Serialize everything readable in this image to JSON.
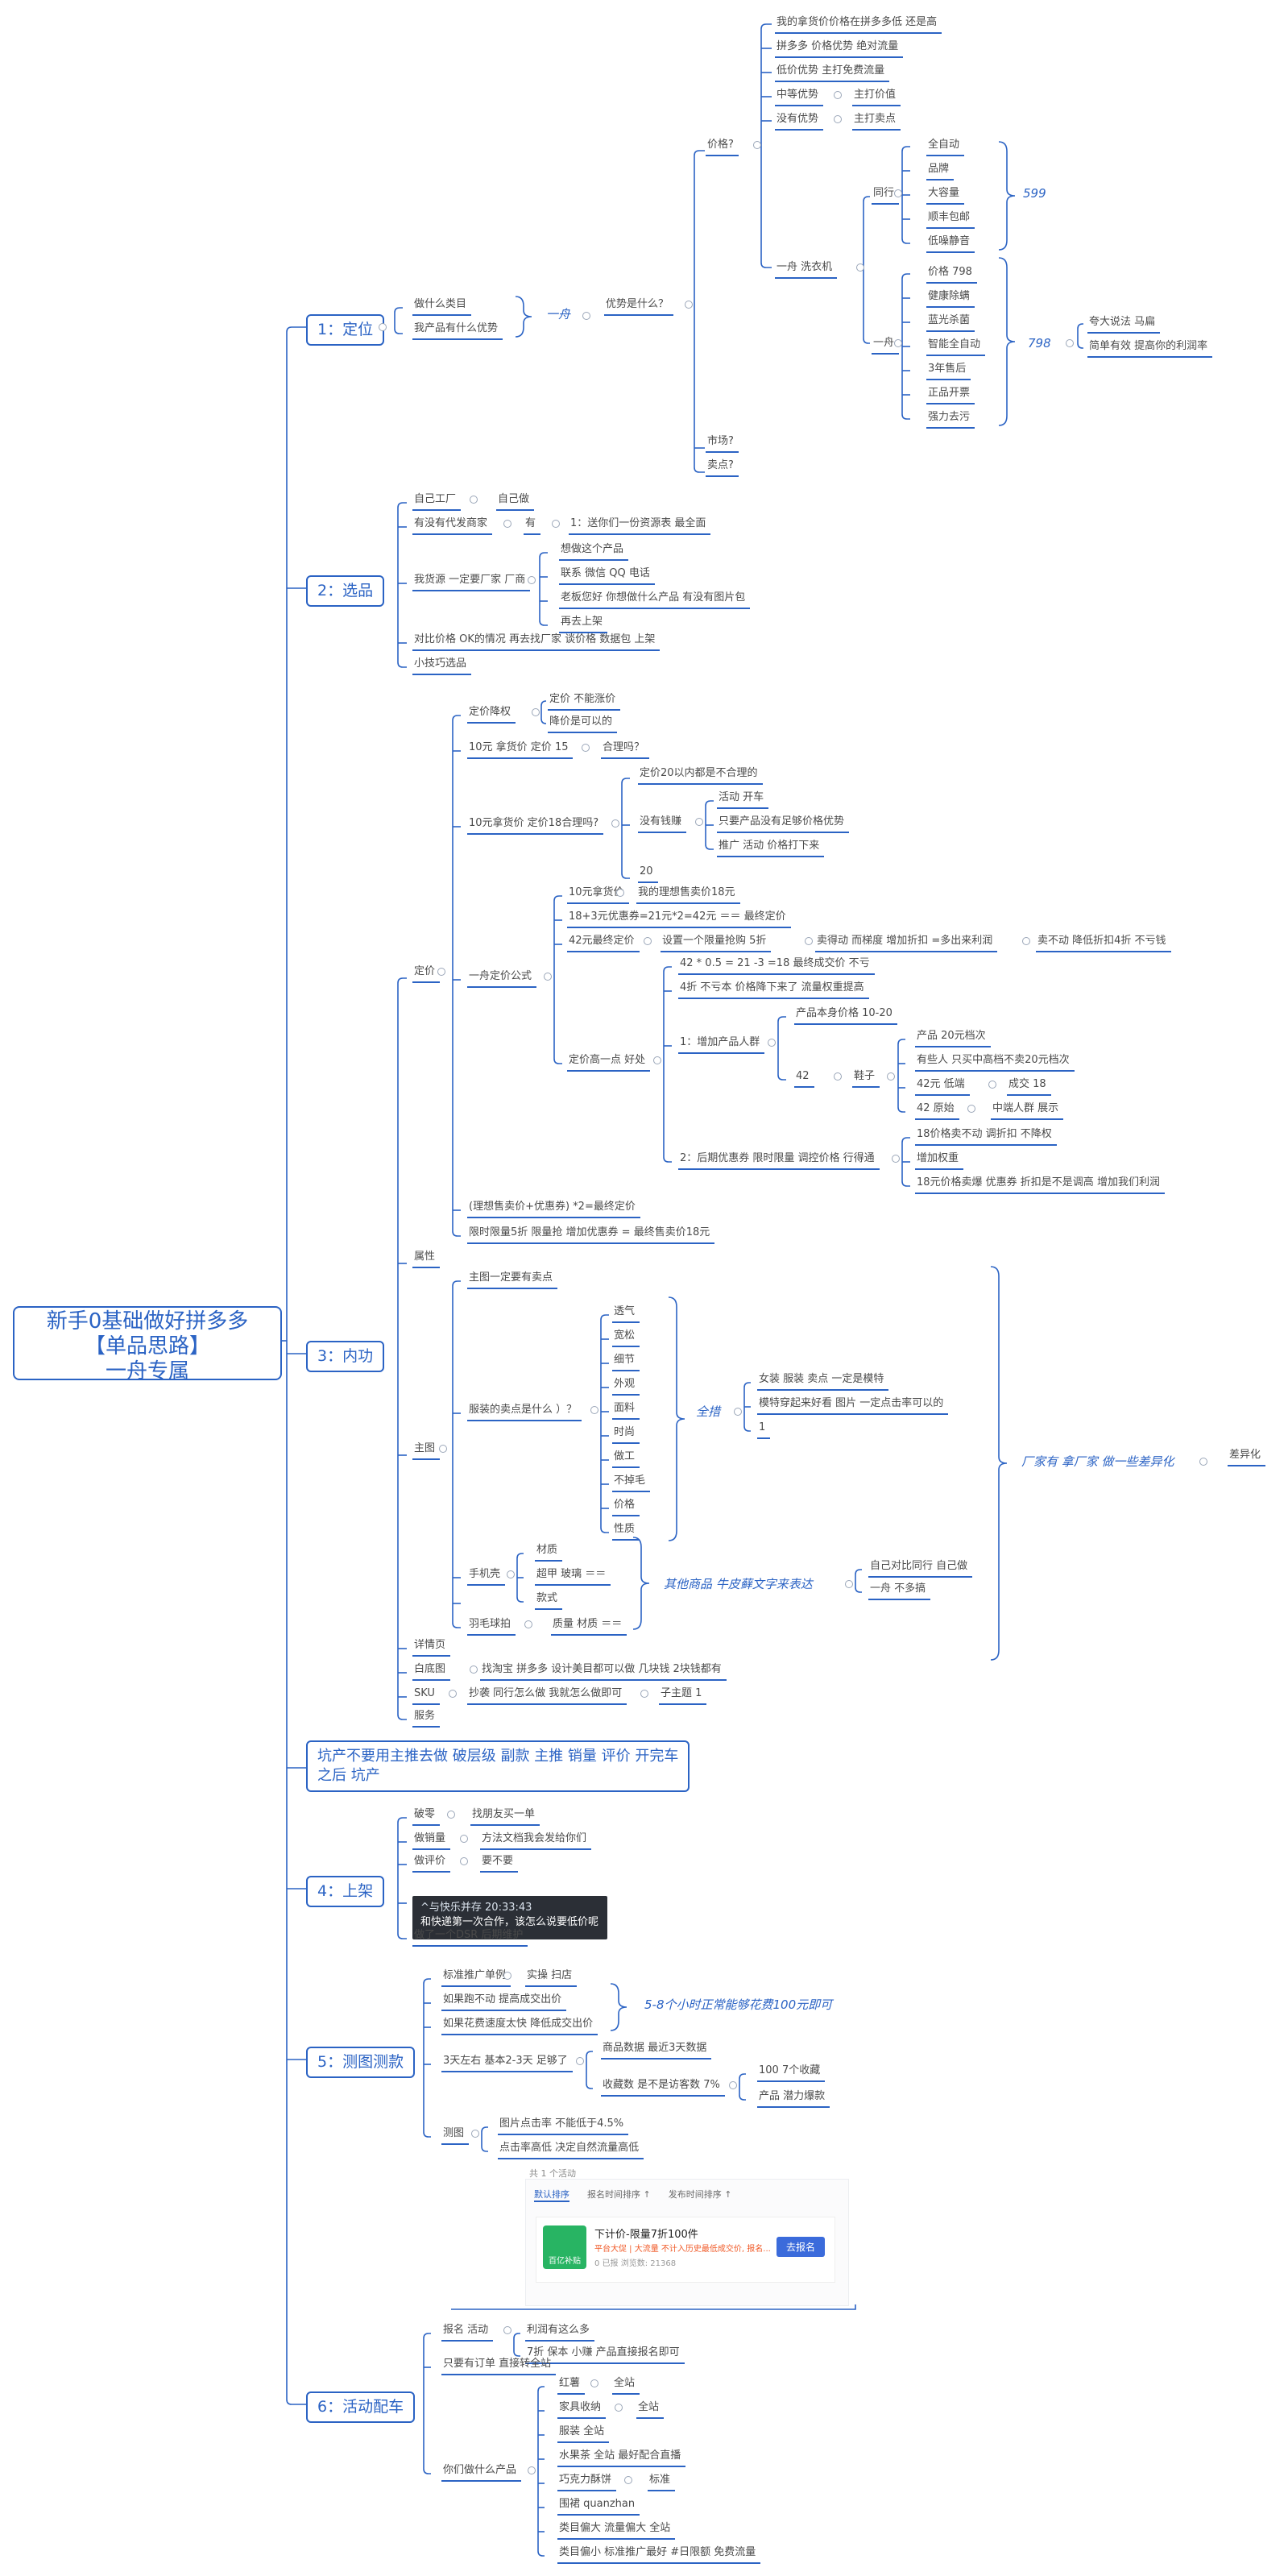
{
  "root": [
    "新手0基础做好拼多多",
    "【单品思路】",
    "一舟专属"
  ],
  "sections": {
    "s1": "1：定位",
    "s2": "2：选品",
    "s3": "3：内功",
    "s3b": [
      "坑产不要用主推去做   破层级 副款  主推 销量 评价 开完车",
      "之后 坑产"
    ],
    "s4": "4：上架",
    "s5": "5：测图测款",
    "s6": "6：活动配车"
  },
  "s1": {
    "why": "做什么类目",
    "adv": "我产品有什么优势",
    "yizhou": "一舟",
    "advq": "优势是什么？",
    "price": "价格?",
    "market": "市场?",
    "seller": "卖点?",
    "p1": "我的拿货价价格在拼多多低  还是高",
    "p2": "拼多多 价格优势 绝对流量",
    "p3": "低价优势  主打免费流量",
    "p4": "中等优势",
    "p4b": "主打价值",
    "p5": "没有优势",
    "p5b": "主打卖点",
    "wash": "一舟 洗衣机",
    "peer": "同行",
    "yz2": "一舟",
    "peer_items": [
      "全自动",
      "品牌",
      "大容量",
      "顺丰包邮",
      "低噪静音"
    ],
    "p599": "599",
    "yz_items": [
      "价格 798",
      "健康除螨",
      "蓝光杀菌",
      "智能全自动",
      "3年售后",
      "正品开票",
      "强力去污"
    ],
    "p798": "798",
    "e1": "夸大说法  马扁",
    "e2": "简单有效 提高你的利润率"
  },
  "s2": {
    "f1": "自己工厂",
    "f1b": "自己做",
    "f2": "有没有代发商家",
    "f2b": "有",
    "f2c": "1：送你们一份资源表 最全面",
    "f3": "我货源 一定要厂家 厂商",
    "f3a": "想做这个产品",
    "f3b": "联系 微信 QQ 电话",
    "f3c": "老板您好  你想做什么产品   有没有图片包",
    "f3d": "再去上架",
    "f4": "对比价格  OK的情况 再去找厂家 谈价格  数据包 上架",
    "f5": "小技巧选品"
  },
  "s3": {
    "price": "定价",
    "attr": "属性",
    "mainimg": "主图",
    "detail": "详情页",
    "white": "白底图",
    "whiteb": "找淘宝 拼多多 设计美目都可以做 几块钱   2块钱都有",
    "sku": "SKU",
    "skub": "抄袭 同行怎么做 我就怎么做即可",
    "skuc": "子主题 1",
    "service": "服务",
    "pr1": "定价降权",
    "pr1a": "定价 不能涨价",
    "pr1b": "降价是可以的",
    "pr2": "10元 拿货价 定价 15",
    "pr2b": "合理吗？",
    "pr3": "10元拿货价 定价18合理吗?",
    "pr3a": "定价20以内都是不合理的",
    "pr3b": "没有钱赚",
    "pr3c": "活动 开车",
    "pr3d": "只要产品没有足够价格优势",
    "pr3e": "推广  活动  价格打下来",
    "pr3f": "20",
    "pr4": "一舟定价公式",
    "pr4a": "10元拿货价",
    "pr4a2": "我的理想售卖价18元",
    "pr4b": "18+3元优惠券=21元*2=42元  ＝＝  最终定价",
    "pr4c": "42元最终定价",
    "pr4c2": "设置一个限量抢购 5折",
    "pr4c3": "卖得动  而梯度 增加折扣 =多出来利润",
    "pr4c4": "卖不动 降低折扣4折  不亏钱",
    "pr4d": "定价高一点 好处",
    "pr4d1": "42  * 0.5 = 21 -3 =18 最终成交价  不亏",
    "pr4d2": "4折  不亏本  价格降下来了  流量权重提高",
    "pr4d3": "1：增加产品人群",
    "pr4d3a": "产品本身价格 10-20",
    "pr4d3b": "42",
    "pr4d3c": "鞋子",
    "pr4d3c1": "产品 20元档次",
    "pr4d3c2": "有些人 只买中高档不卖20元档次",
    "pr4d3c3": "42元  低端",
    "pr4d3c3b": "成交 18",
    "pr4d3c4": "42 原始",
    "pr4d3c4b": "中端人群  展示",
    "pr4d4": "2：后期优惠券 限时限量 调控价格  行得通",
    "pr4d4a": "18价格卖不动  调折扣 不降权",
    "pr4d4b": "增加权重",
    "pr4d4c": "18元价格卖爆  优惠券 折扣是不是调高 增加我们利润",
    "pr5": "(理想售卖价+优惠券)  *2=最终定价",
    "pr6": "限时限量5折  限量抢    增加优惠券  = 最终售卖价18元",
    "mi1": "主图一定要有卖点",
    "mi2": "服装的卖点是什么 ）？",
    "mi2_items": [
      "透气",
      "宽松",
      "细节",
      "外观",
      "面料",
      "时尚",
      "做工",
      "不掉毛",
      "价格",
      "性质"
    ],
    "all": "全措",
    "all1": "女装 服装 卖点 一定是模特",
    "all2": "模特穿起来好看  图片 一定点击率可以的",
    "all3": "1",
    "mi3": "手机壳",
    "mi3a": "材质",
    "mi3b": "超甲 玻璃  ＝＝",
    "mi3c": "款式",
    "mi4": "羽毛球拍",
    "mi4b": "质量 材质 ＝＝",
    "other": "其他商品  牛皮藓文字来表达",
    "oth1": "自己对比同行 自己做",
    "oth2": "一舟  不多搞",
    "diff": "厂家有 拿厂家  做一些差异化",
    "diff2": "差异化"
  },
  "s4": {
    "a": "破零",
    "ab": "找朋友买一单",
    "b": "做销量",
    "bb": "方法文档我会发给你们",
    "c": "做评价",
    "cb": "要不要",
    "shot1": "^与快乐并存        20:33:43",
    "shot2": "和快递第一次合作，该怎么说要低价呢",
    "d": "做了一个DSR  后期维护"
  },
  "s5": {
    "a": "标准推广单例",
    "ab": "实操  扫店",
    "b": "如果跑不动 提高成交出价",
    "c": "如果花费速度太快  降低成交出价",
    "bc": "5-8个小时正常能够花费100元即可",
    "d": "3天左右 基本2-3天 足够了",
    "d1": "商品数据 最近3天数据",
    "d2": "收藏数  是不是访客数 7%",
    "d2a": "100   7个收藏",
    "d2b": "产品 潜力爆款",
    "e": "测图",
    "e1": "图片点击率 不能低于4.5%",
    "e2": "点击率高低 决定自然流量高低"
  },
  "card": {
    "hdr": "共 1 个活动",
    "tabs": [
      "默认排序",
      "报名时间排序 ↑",
      "发布时间排序 ↑"
    ],
    "thumb": "百亿补贴",
    "title": "下计价-限量7折100件",
    "sub": "平台大促 | 大流量  不计入历史最低成交价, 报名...",
    "meta": "0 已报   浏览数: 21368",
    "btn": "去报名"
  },
  "s6": {
    "a": "报名 活动",
    "a1": "利润有这么多",
    "a2": "7折 保本 小赚 产品直接报名即可",
    "b": "只要有订单 直接转全站",
    "c": "你们做什么产品",
    "c1": "红薯",
    "c1b": "全站",
    "c2": "家具收纳",
    "c2b": "全站",
    "c3": "服装 全站",
    "c4": "水果茶 全站  最好配合直播",
    "c5": "巧克力酥饼",
    "c5b": "标准",
    "c6": "围裙  quanzhan",
    "c7": "类目偏大 流量偏大 全站",
    "c8": "类目偏小  标准推广最好 #日限额 免费流量"
  }
}
